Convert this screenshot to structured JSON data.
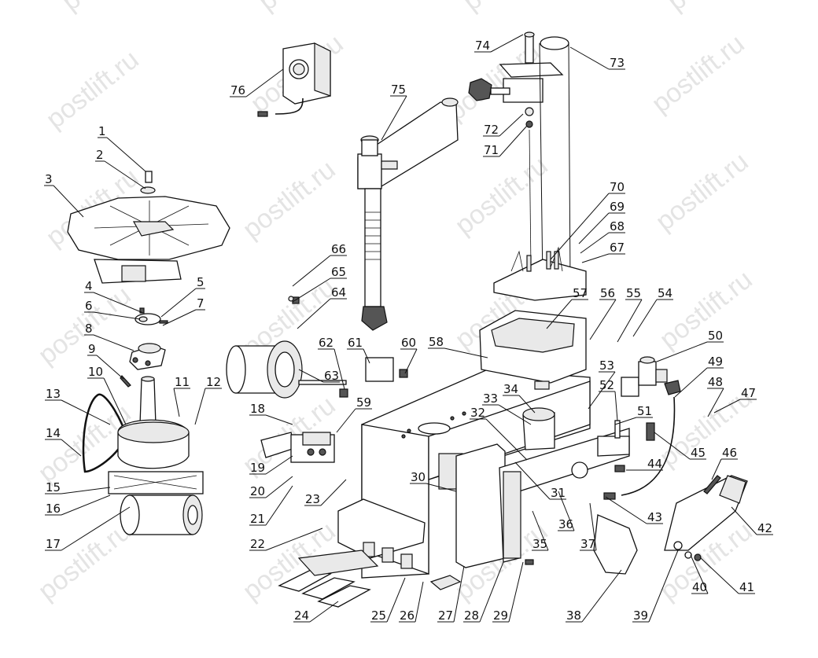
{
  "watermark": "postlift.ru",
  "callouts": [
    "1",
    "2",
    "3",
    "4",
    "5",
    "6",
    "7",
    "8",
    "9",
    "10",
    "11",
    "12",
    "13",
    "14",
    "15",
    "16",
    "17",
    "18",
    "19",
    "20",
    "21",
    "22",
    "23",
    "24",
    "25",
    "26",
    "27",
    "28",
    "29",
    "30",
    "31",
    "32",
    "33",
    "34",
    "35",
    "36",
    "37",
    "38",
    "39",
    "40",
    "41",
    "42",
    "43",
    "44",
    "45",
    "46",
    "47",
    "48",
    "49",
    "50",
    "51",
    "52",
    "53",
    "54",
    "55",
    "56",
    "57",
    "58",
    "59",
    "60",
    "61",
    "62",
    "63",
    "64",
    "65",
    "66",
    "67",
    "68",
    "69",
    "70",
    "71",
    "72",
    "73",
    "74",
    "75",
    "76"
  ]
}
